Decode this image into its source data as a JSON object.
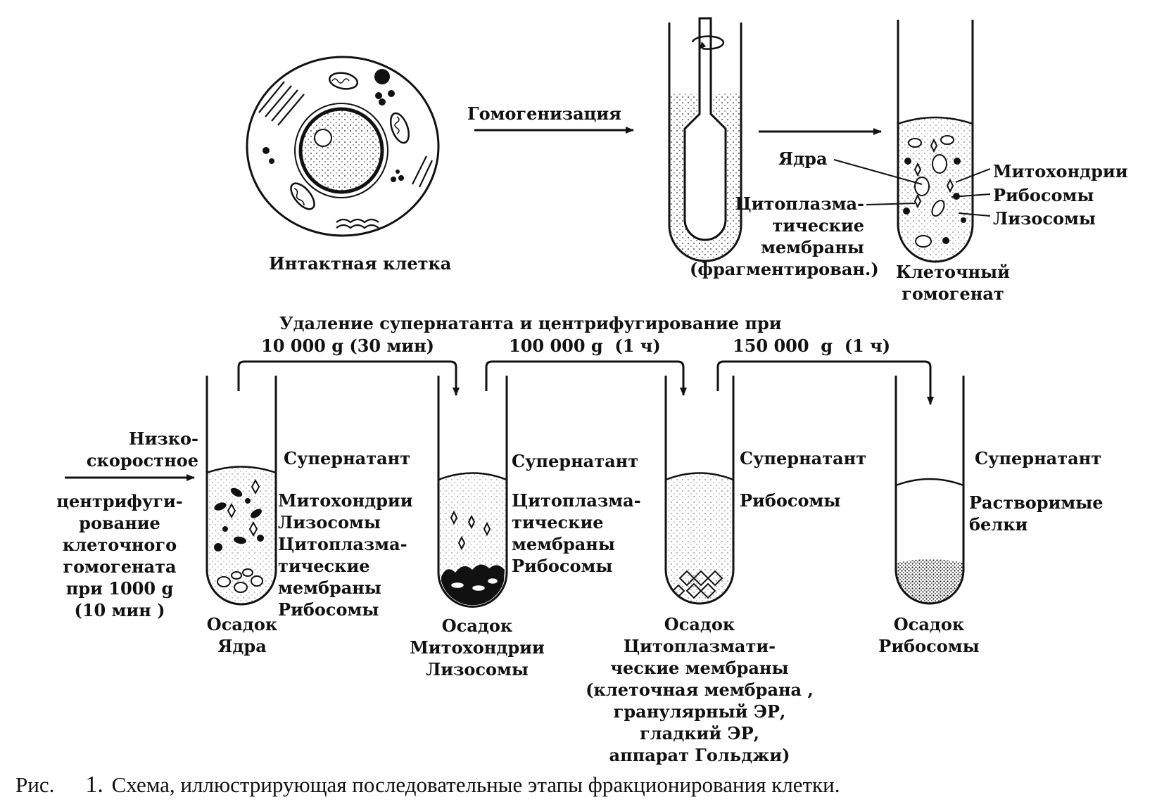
{
  "top": {
    "cell_label": "Интактная клетка",
    "homogenization_label": "Гомогенизация",
    "homogenate_labels": {
      "nuclei": "Ядра",
      "membranes": "Цитоплазма-\nтические\nмембраны\n(фрагментирован.)",
      "mitochondria": "Митохондрии",
      "ribosomes": "Рибосомы",
      "lysosomes": "Лизосомы",
      "homogenate": "Клеточный\nгомогенат"
    }
  },
  "centrifugation": {
    "header": "Удаление супернатанта и центрифугирование при",
    "step_labels": [
      "10 000 g (30 мин)",
      "100 000 g  (1 ч)",
      "150 000  g  (1 ч)"
    ],
    "low_speed": "Низко-\nскоростное",
    "low_speed_rest": "центрифуги-\nрование\nклеточного\nгомогената\nпри 1000 g\n(10 мин )"
  },
  "tubes": [
    {
      "supernatant_label": "Супернатант",
      "supernatant_contents": "Митохондрии\nЛизосомы\nЦитоплазма-\nтические\nмембраны\nРибосомы",
      "pellet": "Осадок\nЯдра"
    },
    {
      "supernatant_label": "Супернатант",
      "supernatant_contents": "Цитоплазма-\nтические\nмембраны\nРибосомы",
      "pellet": "Осадок\nМитохондрии\nЛизосомы"
    },
    {
      "supernatant_label": "Супернатант",
      "supernatant_contents": "Рибосомы",
      "pellet": "Осадок\nЦитоплазмати-\nческие мембраны\n(клеточная мембрана ,\nгранулярный ЭР,\nгладкий ЭР,\nаппарат Гольджи)"
    },
    {
      "supernatant_label": "Супернатант",
      "supernatant_contents": "Растворимые\nбелки",
      "pellet": "Осадок\nРибосомы"
    }
  ],
  "caption": {
    "prefix": "Рис.",
    "number": "1.",
    "text": "Схема, иллюстрирующая последовательные этапы фракционирования клетки."
  }
}
